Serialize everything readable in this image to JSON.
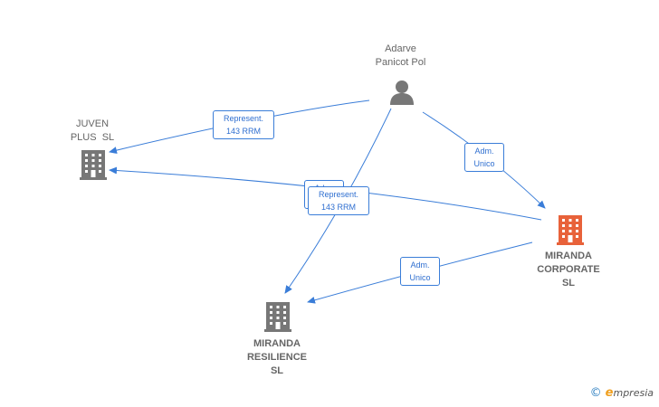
{
  "nodes": {
    "person": {
      "name_line1": "Adarve",
      "name_line2": "Panicot Pol",
      "icon": "person-icon"
    },
    "juven": {
      "name_line1": "JUVEN",
      "name_line2": "PLUS  SL",
      "icon": "building-icon"
    },
    "miranda_corporate": {
      "name_line1": "MIRANDA",
      "name_line2": "CORPORATE",
      "name_line3": "SL",
      "icon": "building-icon",
      "color": "#e8623a"
    },
    "miranda_resilience": {
      "name_line1": "MIRANDA",
      "name_line2": "RESILIENCE",
      "name_line3": "SL",
      "icon": "building-icon"
    }
  },
  "edges": {
    "person_juven": {
      "line1": "Represent.",
      "line2": "143 RRM"
    },
    "person_resilience": {
      "line1": "Represent.",
      "line2": "143 RRM"
    },
    "person_corporate": {
      "line1": "Adm.",
      "line2": "Unico"
    },
    "corporate_resilience": {
      "line1": "Adm.",
      "line2": "Unico"
    },
    "corporate_juven_hidden": {
      "line1": "Adm."
    }
  },
  "colors": {
    "edge": "#3a7dd8",
    "building_gray": "#777777",
    "building_orange": "#e8623a",
    "text_gray": "#666666"
  },
  "brand": {
    "copyright": "©",
    "e_letter": "e",
    "rest": "mpresia"
  }
}
